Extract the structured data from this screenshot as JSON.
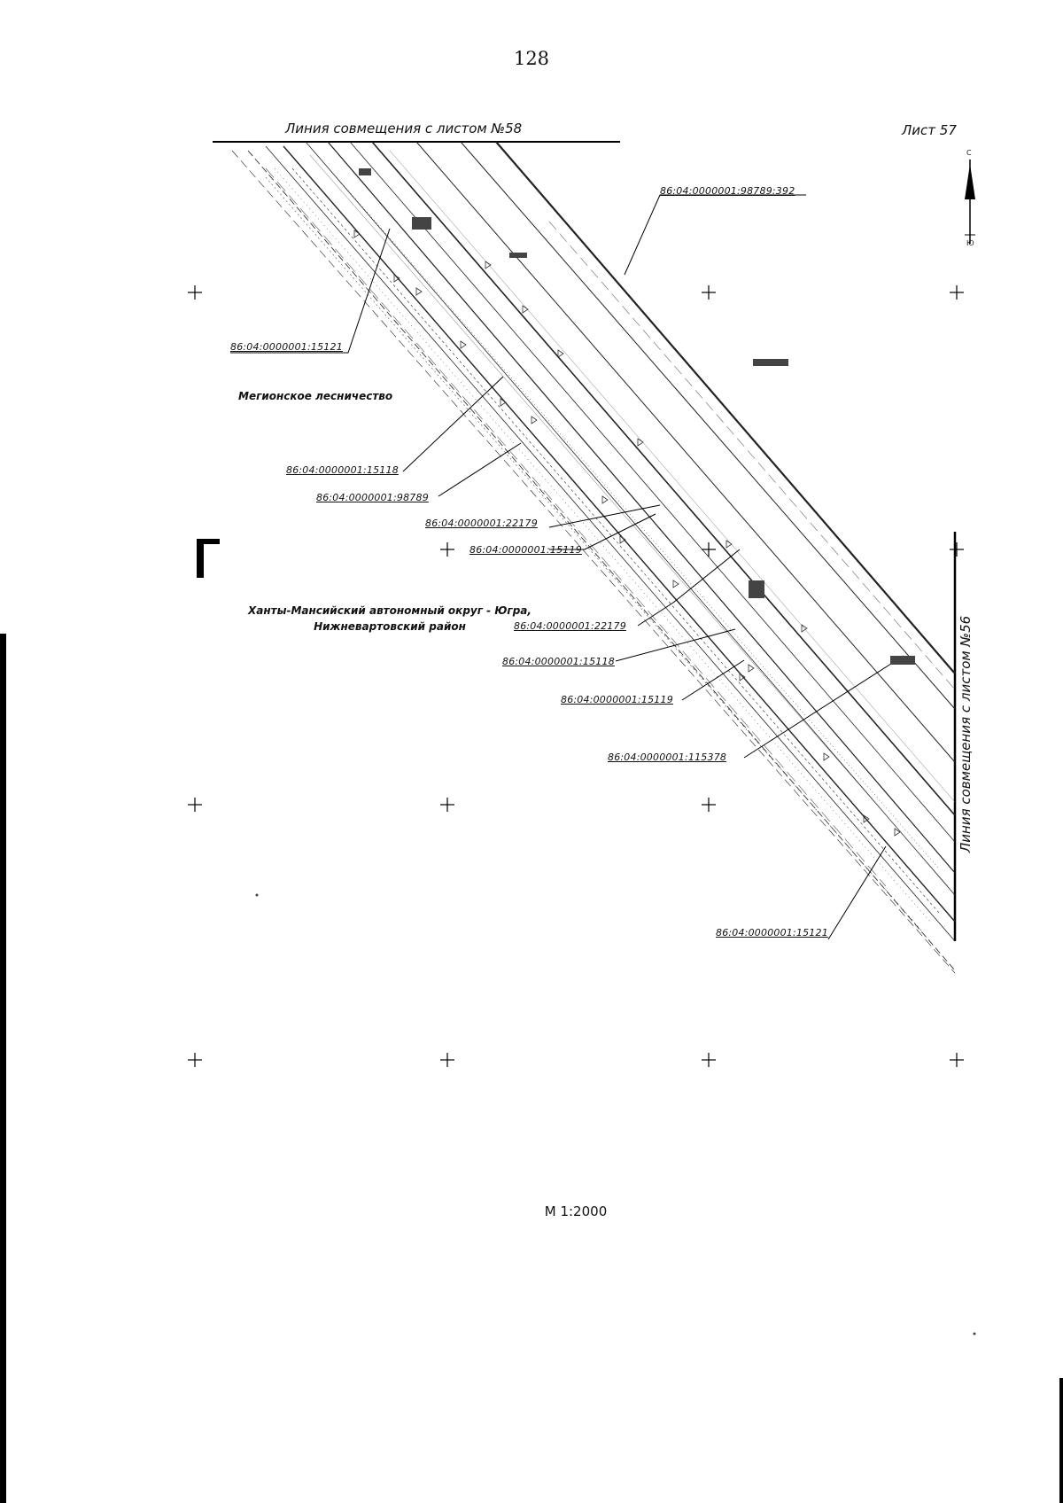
{
  "page_number": "128",
  "sheet_label": "Лист 57",
  "top_match_line": "Линия совмещения с листом №58",
  "right_match_line": "Линия совмещения с листом №56",
  "scale": "М 1:2000",
  "place_names": {
    "forestry": "Мегионское лесничество",
    "region_line1": "Ханты-Мансийский автономный округ - Югра,",
    "region_line2": "Нижневартовский район"
  },
  "parcels": [
    "86:04:0000001:98789:392",
    "86:04:0000001:15121",
    "86:04:0000001:15118",
    "86:04:0000001:98789",
    "86:04:0000001:22179",
    "86:04:0000001:15119",
    "86:04:0000001:22179",
    "86:04:0000001:15118",
    "86:04:0000001:15119",
    "86:04:0000001:115378",
    "86:04:0000001:15121"
  ],
  "north_arrow": {
    "letters": [
      "С",
      "Ю"
    ]
  }
}
